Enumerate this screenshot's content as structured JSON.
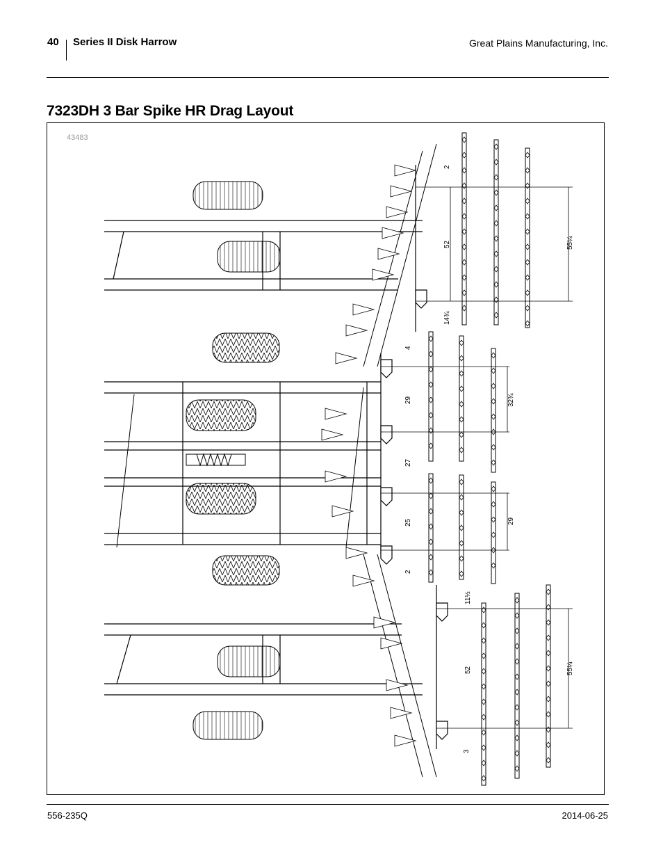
{
  "header": {
    "page_number": "40",
    "series": "Series II Disk Harrow",
    "company": "Great Plains Manufacturing, Inc."
  },
  "title": "7323DH 3 Bar Spike  HR Drag Layout",
  "figure": {
    "number": "43483",
    "dimensions": {
      "top_gap": "2",
      "top_spacing": "52",
      "top_width": "55¼",
      "top_offset": "14¾",
      "center_gap": "4",
      "center_spacing_1": "29",
      "center_width_1": "32¾",
      "center_spacing_2": "27",
      "center_spacing_3": "25",
      "center_width_2": "29",
      "center_end_gap": "2",
      "bottom_offset": "11½",
      "bottom_spacing": "52",
      "bottom_width": "55¼",
      "bottom_gap": "3"
    }
  },
  "footer": {
    "doc_number": "556-235Q",
    "date": "2014-06-25"
  }
}
